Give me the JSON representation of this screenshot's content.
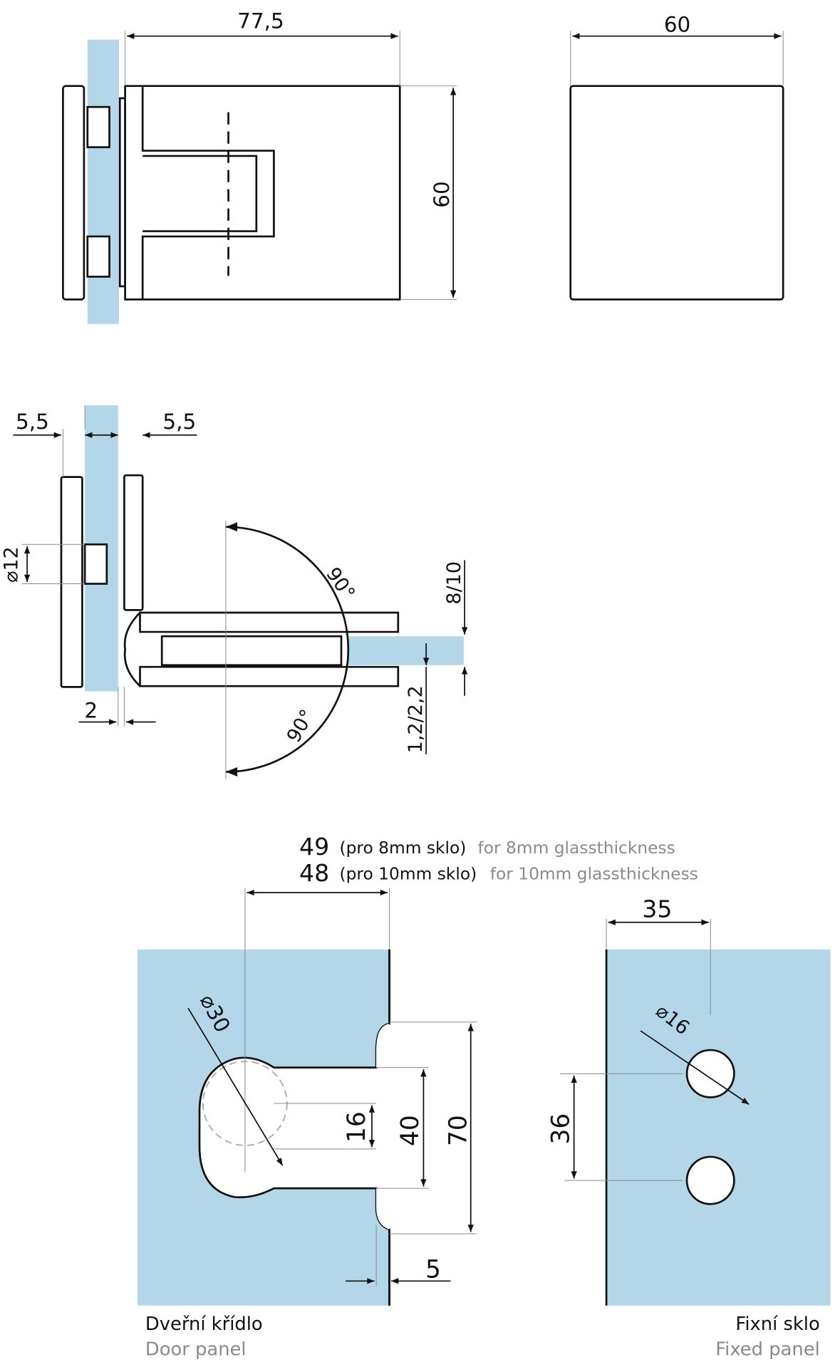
{
  "top_view": {
    "width_dim": "77,5",
    "height_dim": "60",
    "side_width_dim": "60"
  },
  "section_view": {
    "left_offset_dim": "5,5",
    "right_offset_dim": "5,5",
    "bolt_diameter_dim": "⌀12",
    "angle_open": "90°",
    "angle_close": "90°",
    "glass_thickness_dim": "8/10",
    "gap_dim": "1,2/2,2",
    "gasket_dim": "2"
  },
  "cutouts": {
    "door_distance_8mm": "49",
    "note_8mm_cz": "(pro 8mm sklo)",
    "note_8mm_en": "for 8mm glassthickness",
    "door_distance_10mm": "48",
    "note_10mm_cz": "(pro 10mm sklo)",
    "note_10mm_en": "for 10mm glassthickness",
    "fixed_distance": "35",
    "hole30": "⌀30",
    "hole16": "⌀16",
    "dim16": "16",
    "dim40": "40",
    "dim70": "70",
    "dim5": "5",
    "dim36": "36",
    "door_label_cz": "Dveřní křídlo",
    "door_label_en": "Door panel",
    "fixed_label_cz": "Fixní sklo",
    "fixed_label_en": "Fixed panel"
  },
  "colors": {
    "glass": "#b3d7e8",
    "line": "#111111",
    "secondary_text": "#8a8a8a"
  }
}
